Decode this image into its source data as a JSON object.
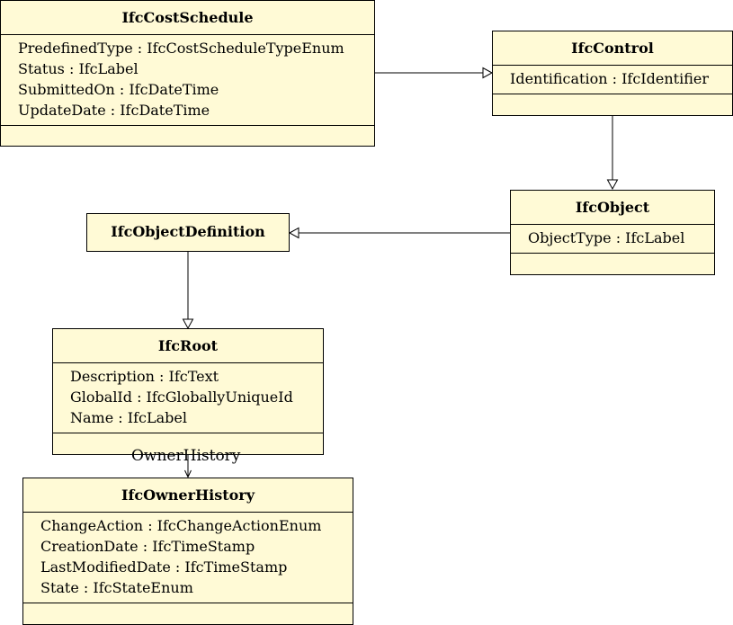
{
  "classes": {
    "cost_schedule": {
      "name": "IfcCostSchedule",
      "attributes": [
        "PredefinedType : IfcCostScheduleTypeEnum",
        "Status : IfcLabel",
        "SubmittedOn : IfcDateTime",
        "UpdateDate : IfcDateTime"
      ]
    },
    "control": {
      "name": "IfcControl",
      "attributes": [
        "Identification : IfcIdentifier"
      ]
    },
    "object": {
      "name": "IfcObject",
      "attributes": [
        "ObjectType : IfcLabel"
      ]
    },
    "object_definition": {
      "name": "IfcObjectDefinition"
    },
    "root": {
      "name": "IfcRoot",
      "attributes": [
        "Description : IfcText",
        "GlobalId : IfcGloballyUniqueId",
        "Name : IfcLabel"
      ]
    },
    "owner_history": {
      "name": "IfcOwnerHistory",
      "attributes": [
        "ChangeAction : IfcChangeActionEnum",
        "CreationDate : IfcTimeStamp",
        "LastModifiedDate : IfcTimeStamp",
        "State : IfcStateEnum"
      ]
    }
  },
  "associations": {
    "owner_history_label": "OwnerHistory"
  },
  "colors": {
    "class_fill": "#fffad6",
    "line": "#000000"
  }
}
